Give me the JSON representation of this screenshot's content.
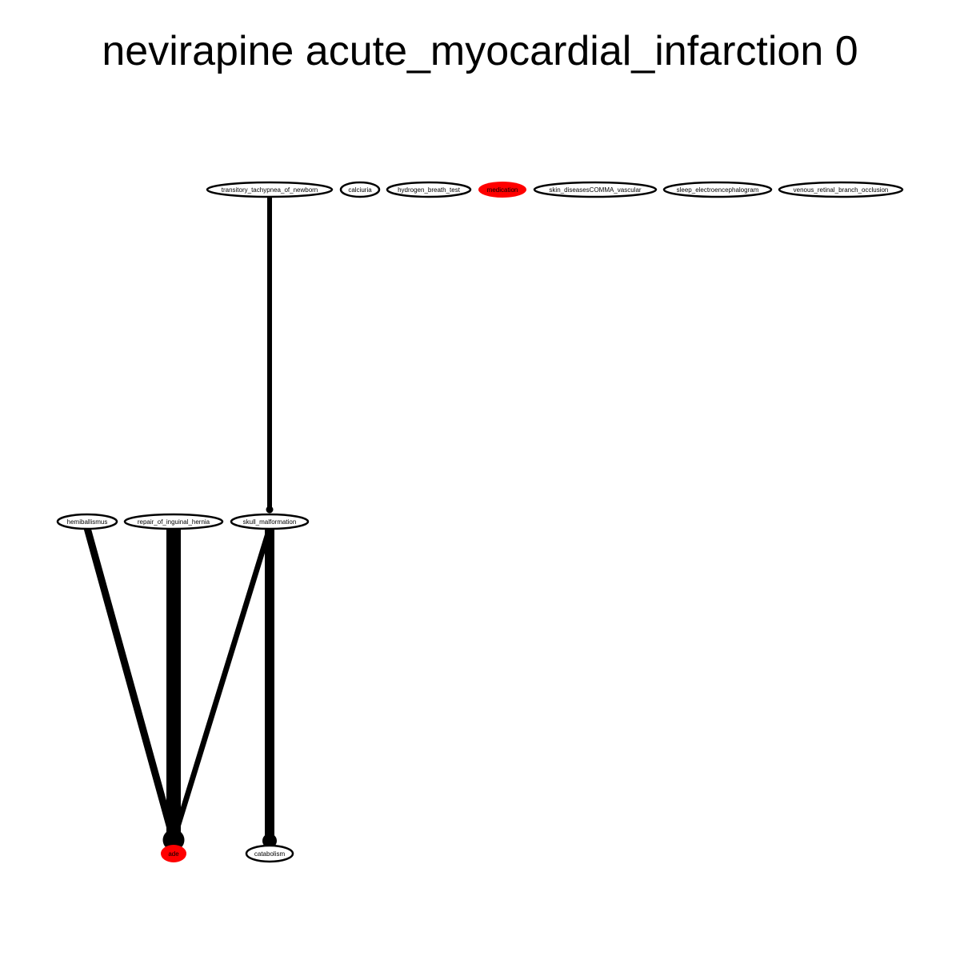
{
  "title": "nevirapine acute_myocardial_infarction 0",
  "colors": {
    "highlight": "#ff0000",
    "stroke": "#000000",
    "background": "#ffffff"
  },
  "nodes": [
    {
      "id": "transitory_tachypnea_of_newborn",
      "label": "transitory_tachypnea_of_newborn",
      "highlight": false
    },
    {
      "id": "calciuria",
      "label": "calciuria",
      "highlight": false
    },
    {
      "id": "hydrogen_breath_test",
      "label": "hydrogen_breath_test",
      "highlight": false
    },
    {
      "id": "medication",
      "label": "medication",
      "highlight": true
    },
    {
      "id": "skin_diseasesCOMMA_vascular",
      "label": "skin_diseasesCOMMA_vascular",
      "highlight": false
    },
    {
      "id": "sleep_electroencephalogram",
      "label": "sleep_electroencephalogram",
      "highlight": false
    },
    {
      "id": "venous_retinal_branch_occlusion",
      "label": "venous_retinal_branch_occlusion",
      "highlight": false
    },
    {
      "id": "hemiballismus",
      "label": "hemiballismus",
      "highlight": false
    },
    {
      "id": "repair_of_inguinal_hernia",
      "label": "repair_of_inguinal_hernia",
      "highlight": false
    },
    {
      "id": "skull_malformation",
      "label": "skull_malformation",
      "highlight": false
    },
    {
      "id": "ade",
      "label": "ade",
      "highlight": true
    },
    {
      "id": "catabolism",
      "label": "catabolism",
      "highlight": false
    }
  ],
  "edges": [
    {
      "from": "transitory_tachypnea_of_newborn",
      "to": "skull_malformation",
      "weight": 1
    },
    {
      "from": "hemiballismus",
      "to": "ade",
      "weight": 2
    },
    {
      "from": "repair_of_inguinal_hernia",
      "to": "ade",
      "weight": 5
    },
    {
      "from": "skull_malformation",
      "to": "ade",
      "weight": 1.3
    },
    {
      "from": "skull_malformation",
      "to": "catabolism",
      "weight": 3
    }
  ]
}
